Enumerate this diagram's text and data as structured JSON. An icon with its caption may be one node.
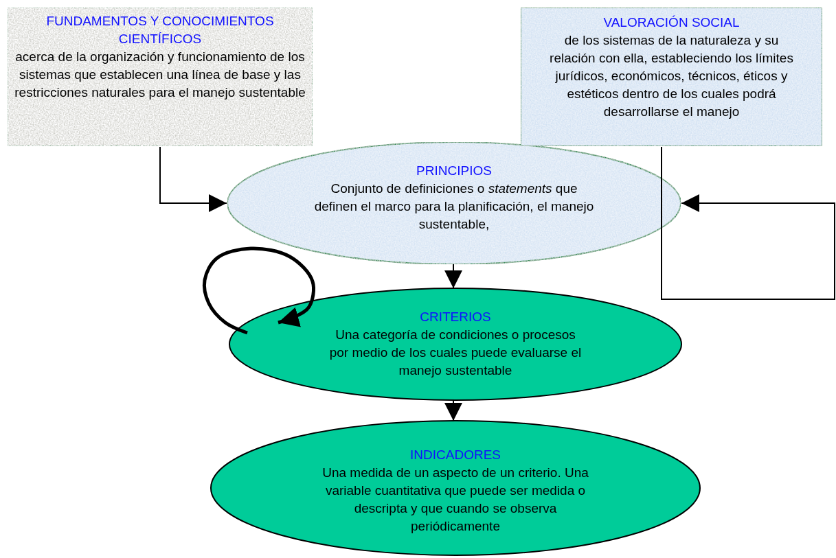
{
  "diagram": {
    "nodes": [
      {
        "text": [
          "FUNDAMENTOS Y CONOCIMIENTOS CIENTÍFICOS",
          "acerca de la organización y funcionamiento de los sistemas que establecen una línea de base y las restricciones naturales para el manejo sustentable"
        ]
      },
      {
        "text": [
          "VALORACIÓN SOCIAL",
          "de los sistemas de la naturaleza y su relación con ella, estableciendo los límites jurídicos, económicos, técnicos, éticos y estéticos dentro de los cuales podrá desarrollarse el manejo"
        ]
      },
      {
        "text": [
          "PRINCIPIOS",
          "Conjunto de definiciones o *statements* que definen el marco para la planificación, el manejo sustentable,"
        ]
      },
      {
        "text": [
          "CRITERIOS",
          "Una categoría de condiciones o procesos por medio de los cuales puede evaluarse el manejo sustentable"
        ]
      },
      {
        "text": [
          "INDICADORES",
          "Una medida de un aspecto de un criterio. Una variable cuantitativa que puede ser medida o descripta y que cuando se observa periódicamente"
        ]
      }
    ],
    "edges": [
      {
        "from": 0,
        "to": 2,
        "arrow": "to"
      },
      {
        "from": 1,
        "to": 2,
        "arrow": "to"
      },
      {
        "from": 2,
        "to": 3,
        "arrow": "to"
      },
      {
        "from": 3,
        "to": 3,
        "arrow": "to",
        "style": "thick"
      },
      {
        "from": 3,
        "to": 4,
        "arrow": "to"
      }
    ]
  }
}
